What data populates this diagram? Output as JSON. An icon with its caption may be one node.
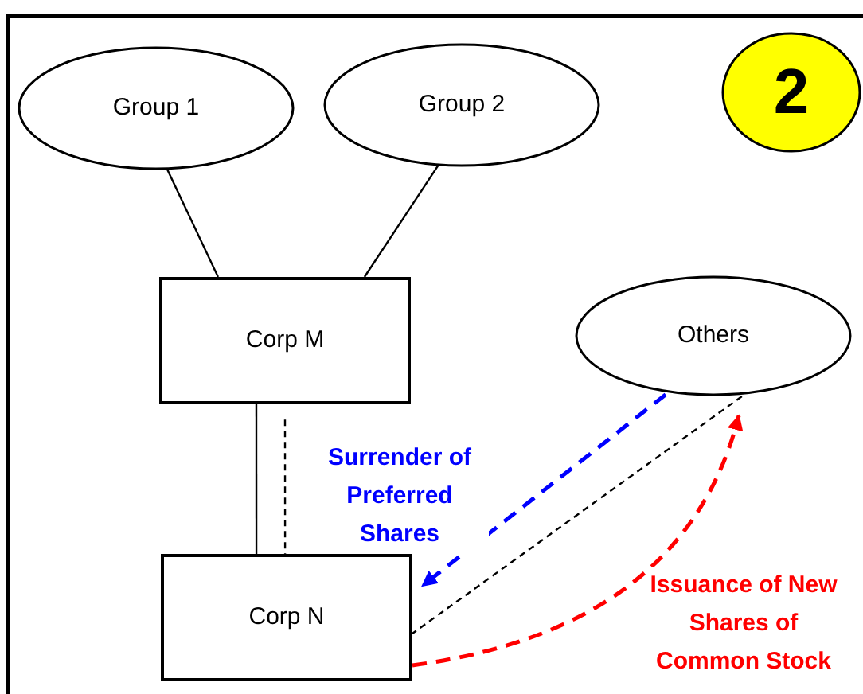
{
  "diagram": {
    "nodes": [
      {
        "text": [
          "Group 1"
        ]
      },
      {
        "text": [
          "Group 2"
        ]
      },
      {
        "text": [
          "2"
        ]
      },
      {
        "text": [
          "Corp M"
        ]
      },
      {
        "text": [
          "Others"
        ]
      },
      {
        "text": [
          "Corp N"
        ]
      }
    ],
    "edges": [
      {
        "from": 0,
        "to": 3,
        "arrow": "none"
      },
      {
        "from": 1,
        "to": 3,
        "arrow": "none"
      },
      {
        "from": 3,
        "to": 5,
        "arrow": "none"
      },
      {
        "from": 3,
        "to": 5,
        "arrow": "none",
        "style": "dashed"
      },
      {
        "from": 4,
        "to": 5,
        "arrow": "to",
        "style": "dashed",
        "color": "#0000ff",
        "label": "Surrender of Preferred Shares"
      },
      {
        "from": 4,
        "to": 5,
        "arrow": "none",
        "style": "dashed"
      },
      {
        "from": 5,
        "to": 4,
        "arrow": "to",
        "style": "dashed",
        "color": "#ff0000",
        "label": "Issuance of New Shares of Common Stock"
      }
    ]
  }
}
